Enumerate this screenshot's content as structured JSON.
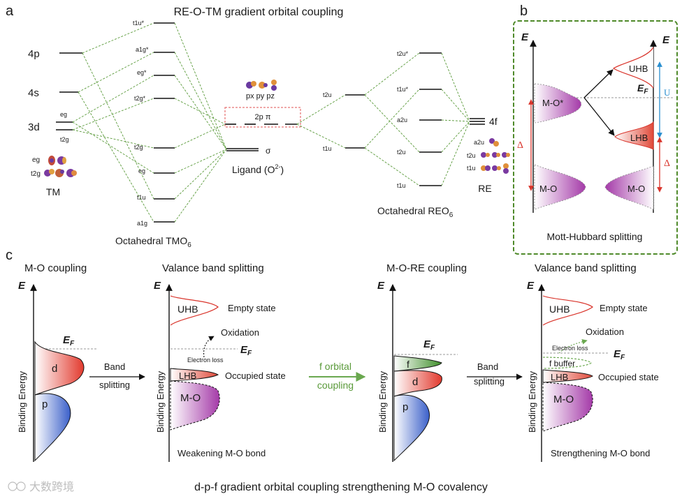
{
  "panel_a": {
    "letter": "a",
    "title": "RE-O-TM gradient orbital coupling",
    "tm_levels": {
      "p4": "4p",
      "s4": "4s",
      "d3": "3d",
      "eg": "eg",
      "t2g": "t2g"
    },
    "tm_orbital_labels": {
      "eg": "eg",
      "t2g": "t2g"
    },
    "tm_label": "TM",
    "tmo6_levels": [
      "t1u*",
      "a1g*",
      "eg*",
      "t2g*",
      "t2g",
      "eg",
      "t1u",
      "a1g"
    ],
    "tmo6_label": "Octahedral TMO",
    "tmo6_sub": "6",
    "ligand_p_orbitals": "px py pz",
    "ligand_pi": "2p π",
    "ligand_sigma": "σ",
    "ligand_label": "Ligand (O",
    "ligand_charge": "2-",
    "ligand_close": ")",
    "reo6_levels": [
      "t2u*",
      "t1u*",
      "a2u",
      "t2u",
      "t1u"
    ],
    "reo6_left_levels": [
      "t2u",
      "t1u"
    ],
    "reo6_label": "Octahedral REO",
    "reo6_sub": "6",
    "re_4f": "4f",
    "re_orbital_labels": [
      "a2u",
      "t2u",
      "t1u"
    ],
    "re_label": "RE"
  },
  "panel_b": {
    "letter": "b",
    "energy": "E",
    "mo_star": "M-O*",
    "uhb": "UHB",
    "lhb": "LHB",
    "ef": "E",
    "ef_sub": "F",
    "u": "U",
    "delta": "Δ",
    "mo": "M-O",
    "caption": "Mott-Hubbard splitting"
  },
  "panel_c": {
    "letter": "c",
    "headers": [
      "M-O coupling",
      "Valance band splitting",
      "M-O-RE coupling",
      "Valance band splitting"
    ],
    "energy": "E",
    "ylabel": "Binding Energy",
    "ef": "E",
    "ef_sub": "F",
    "d": "d",
    "p": "p",
    "f": "f",
    "uhb": "UHB",
    "lhb": "LHB",
    "mo": "M-O",
    "band_splitting_1": "Band",
    "band_splitting_2": "splitting",
    "f_coupling_1": "f orbital",
    "f_coupling_2": "coupling",
    "empty_state": "Empty state",
    "oxidation": "Oxidation",
    "electron_loss": "Electron loss",
    "occupied_state": "Occupied state",
    "f_buffer": "f buffer",
    "weakening": "Weakening  M-O bond",
    "strengthening": "Strengthening  M-O bond"
  },
  "caption": "d-p-f gradient orbital coupling strengthening M-O covalency",
  "watermark": "大数跨境",
  "colors": {
    "green_dash": "#5a9a3a",
    "red": "#d9342b",
    "blue": "#2a8fd0",
    "purple": "#a040a0",
    "panel_b_border": "#4f8a2a"
  }
}
